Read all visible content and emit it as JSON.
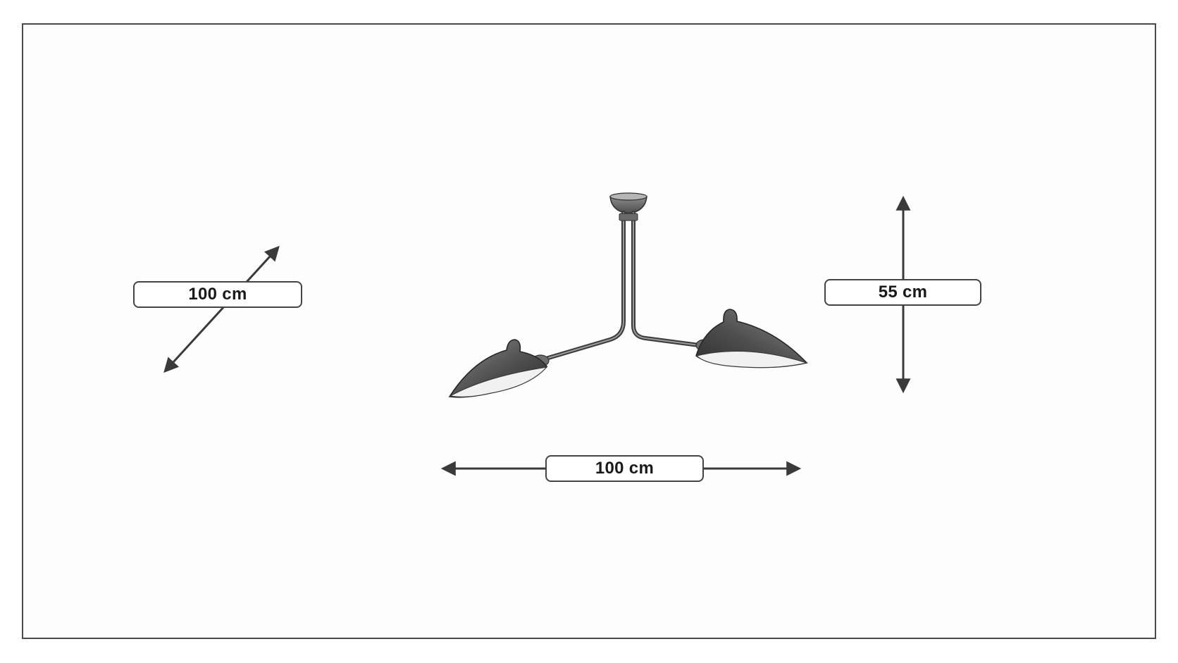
{
  "dimensions": {
    "depth": {
      "label": "100 cm"
    },
    "height": {
      "label": "55 cm"
    },
    "width": {
      "label": "100 cm"
    }
  },
  "colors": {
    "frame": "#4a4a4a",
    "arrow": "#3a3a3a",
    "lamp_metal": "#555555",
    "lamp_inner": "#f2f2f2"
  },
  "icons": {
    "lamp": "ceiling-lamp-two-arms-illustration",
    "depth_arrow": "diagonal-double-arrow",
    "height_arrow": "vertical-double-arrow",
    "width_arrow": "horizontal-double-arrow"
  }
}
